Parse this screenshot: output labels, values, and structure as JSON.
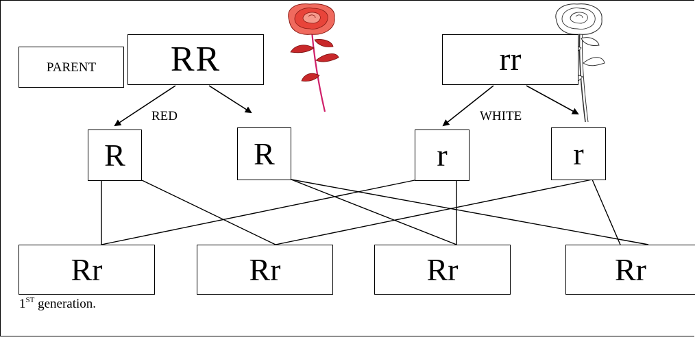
{
  "parent_label": "PARENT",
  "parents": [
    {
      "genotype": "RR",
      "phenotype": "RED",
      "flower_color": "red"
    },
    {
      "genotype": "rr",
      "phenotype": "WHITE",
      "flower_color": "white"
    }
  ],
  "gametes": [
    "R",
    "R",
    "r",
    "r"
  ],
  "offspring": [
    "Rr",
    "Rr",
    "Rr",
    "Rr"
  ],
  "generation_note": {
    "number": "1",
    "suffix": "ST",
    "text": "generation."
  },
  "colors": {
    "line": "#000000",
    "red_petal": "#e8443a",
    "red_petal_dark": "#b0201a",
    "stem_red": "#d0206a",
    "leaf_red": "#c8282a",
    "white_outline": "#333333"
  },
  "icons": [
    "red-rose-icon",
    "white-rose-icon"
  ]
}
